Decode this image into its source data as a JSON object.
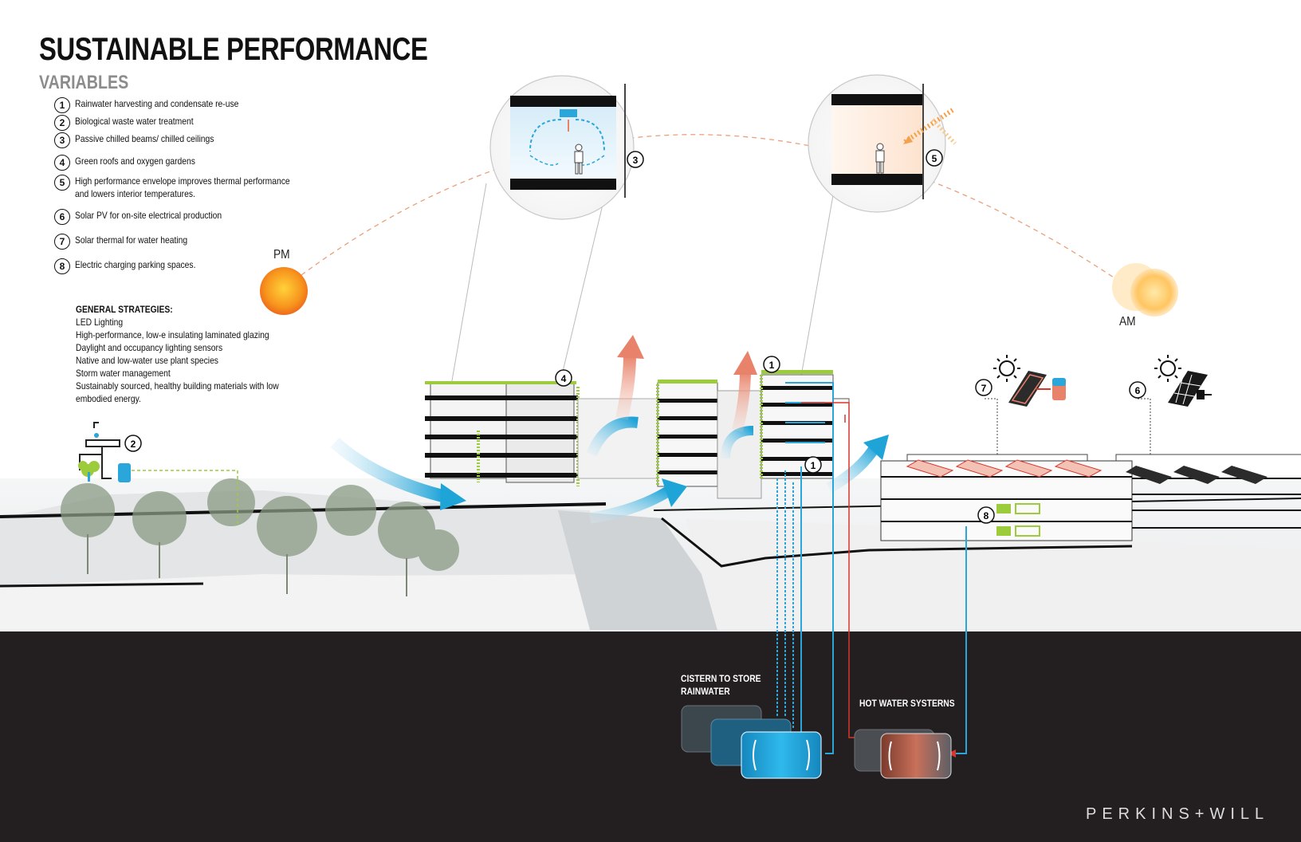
{
  "title": "SUSTAINABLE PERFORMANCE",
  "subtitle": "VARIABLES",
  "variables": [
    {
      "num": "1",
      "text": "Rainwater harvesting and condensate re-use"
    },
    {
      "num": "2",
      "text": "Biological waste water treatment"
    },
    {
      "num": "3",
      "text": "Passive chilled beams/ chilled ceilings"
    },
    {
      "num": "4",
      "text": "Green roofs and oxygen gardens"
    },
    {
      "num": "5",
      "text": "High performance envelope improves thermal performance",
      "text2": "and lowers interior temperatures."
    },
    {
      "num": "6",
      "text": "Solar PV for on-site electrical production"
    },
    {
      "num": "7",
      "text": "Solar thermal for water heating"
    },
    {
      "num": "8",
      "text": "Electric charging parking spaces."
    }
  ],
  "strategies": {
    "heading": "GENERAL STRATEGIES:",
    "items": [
      "LED Lighting",
      "High-performance, low-e insulating laminated glazing",
      "Daylight and occupancy lighting sensors",
      "Native and low-water use plant species",
      "Storm water management",
      "Sustainably sourced, healthy building materials with low",
      "embodied energy."
    ]
  },
  "sun_labels": {
    "pm": "PM",
    "am": "AM"
  },
  "tank_labels": {
    "cistern_line1": "CISTERN TO STORE",
    "cistern_line2": "RAINWATER",
    "hot_water": "HOT WATER SYSTERNS"
  },
  "markers": {
    "m1": "1",
    "m2": "2",
    "m3": "3",
    "m4": "4",
    "m5": "5",
    "m6": "6",
    "m7": "7",
    "m8": "8"
  },
  "brand": "PERKINS+WILL",
  "colors": {
    "ground_dark": "#231f20",
    "air_flow_blue": "#1fa4d8",
    "exhaust_salmon": "#e8826a",
    "water_blue": "#2aa6db",
    "hot_water_red": "#d9352b",
    "green_roof": "#9ccc3c",
    "sun_orange": "#f7941d",
    "arc_dash": "#e9a07a"
  },
  "icons": [
    "water-tap-icon",
    "tree-icon",
    "barrel-icon",
    "sun-icon",
    "solar-thermal-panel-icon",
    "solar-pv-panel-icon",
    "plug-icon",
    "ev-car-icon",
    "person-icon",
    "chilled-beam-icon"
  ]
}
